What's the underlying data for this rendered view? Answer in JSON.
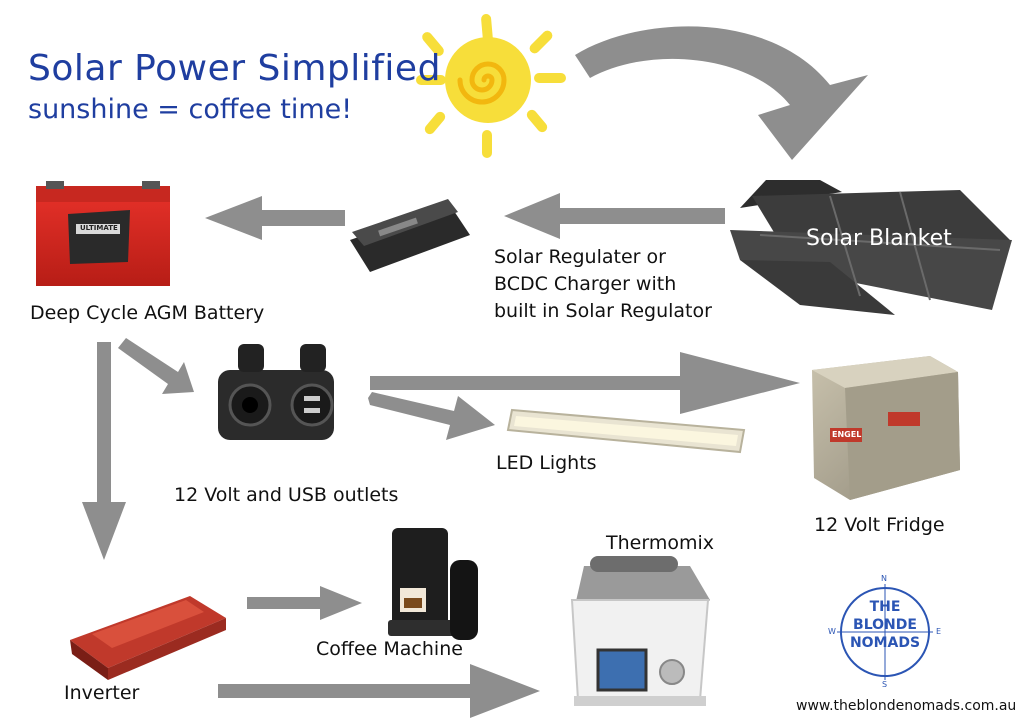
{
  "header": {
    "title": "Solar Power Simplified",
    "subtitle": "sunshine = coffee time!"
  },
  "components": {
    "solar_blanket": "Solar Blanket",
    "regulator_line1": "Solar Regulater or",
    "regulator_line2": "BCDC Charger with",
    "regulator_line3": "built in Solar Regulator",
    "battery": "Deep Cycle AGM Battery",
    "outlets": "12 Volt and USB outlets",
    "led_lights": "LED Lights",
    "fridge": "12 Volt Fridge",
    "inverter": "Inverter",
    "coffee_machine": "Coffee Machine",
    "thermomix": "Thermomix"
  },
  "product_marks": {
    "battery_brand": "ULTIMATE",
    "fridge_brand": "ENGEL"
  },
  "logo": {
    "line1": "THE",
    "line2": "BLONDE",
    "line3": "NOMADS",
    "compass_n": "N",
    "compass_s": "S",
    "compass_e": "E",
    "compass_w": "W"
  },
  "footer": {
    "url": "www.theblondenomads.com.au"
  },
  "colors": {
    "title": "#1f3ea0",
    "arrow": "#8e8e8e",
    "sun": "#f7de3a",
    "logo": "#2b55b4"
  }
}
